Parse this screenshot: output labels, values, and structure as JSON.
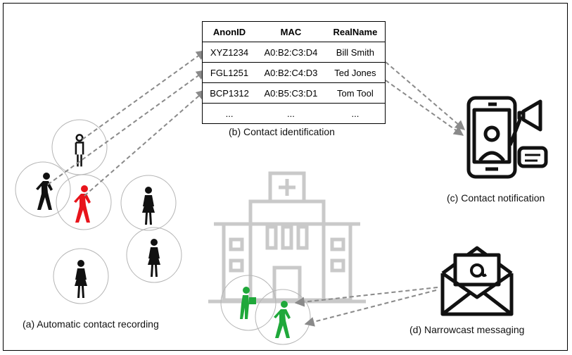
{
  "table": {
    "headers": [
      "AnonID",
      "MAC",
      "RealName"
    ],
    "rows": [
      [
        "XYZ1234",
        "A0:B2:C3:D4",
        "Bill Smith"
      ],
      [
        "FGL1251",
        "A0:B2:C4:D3",
        "Ted Jones"
      ],
      [
        "BCP1312",
        "A0:B5:C3:D1",
        "Tom Tool"
      ],
      [
        "...",
        "...",
        "..."
      ]
    ]
  },
  "captions": {
    "a": "(a) Automatic contact recording",
    "b": "(b) Contact identification",
    "c": "(c) Contact notification",
    "d": "(d) Narrowcast messaging"
  },
  "colors": {
    "infected": "#e8141b",
    "notified": "#1fa83a",
    "building": "#c9c9c9",
    "arrow": "#8a8a8a",
    "person": "#111111"
  },
  "icons": {
    "person": "person-icon",
    "hospital": "hospital-building-icon",
    "phone": "phone-megaphone-icon",
    "mail": "envelope-at-icon"
  }
}
